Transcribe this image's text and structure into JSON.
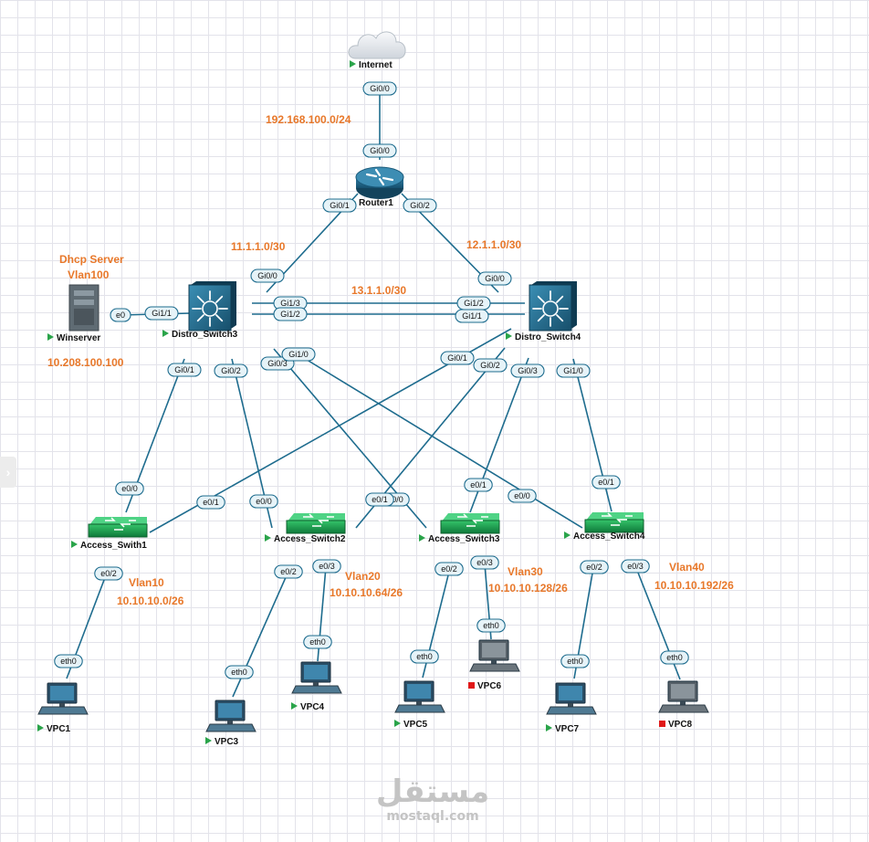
{
  "colors": {
    "link": "#1e6c8e",
    "annotation": "#e8782a",
    "play": "#2aa44a",
    "stopped": "#e01818",
    "port_fill": "#e6f3f8",
    "port_stroke": "#1e6c8e"
  },
  "sidebar_toggle": {
    "icon": "chevron-right-icon",
    "glyph": "›"
  },
  "nodes": [
    {
      "id": "internet",
      "label": "Internet",
      "type": "cloud",
      "status": "running"
    },
    {
      "id": "router1",
      "label": "Router1",
      "type": "router",
      "status": "running"
    },
    {
      "id": "distro3",
      "label": "Distro_Switch3",
      "type": "multilayer-switch",
      "status": "running"
    },
    {
      "id": "distro4",
      "label": "Distro_Switch4",
      "type": "multilayer-switch",
      "status": "running"
    },
    {
      "id": "winserver",
      "label": "Winserver",
      "type": "server",
      "status": "running"
    },
    {
      "id": "access1",
      "label": "Access_Swith1",
      "type": "switch",
      "status": "running"
    },
    {
      "id": "access2",
      "label": "Access_Switch2",
      "type": "switch",
      "status": "running"
    },
    {
      "id": "access3",
      "label": "Access_Switch3",
      "type": "switch",
      "status": "running"
    },
    {
      "id": "access4",
      "label": "Access_Switch4",
      "type": "switch",
      "status": "running"
    },
    {
      "id": "vpc1",
      "label": "VPC1",
      "type": "pc",
      "status": "running"
    },
    {
      "id": "vpc3",
      "label": "VPC3",
      "type": "pc",
      "status": "running"
    },
    {
      "id": "vpc4",
      "label": "VPC4",
      "type": "pc",
      "status": "running"
    },
    {
      "id": "vpc5",
      "label": "VPC5",
      "type": "pc",
      "status": "running"
    },
    {
      "id": "vpc6",
      "label": "VPC6",
      "type": "pc",
      "status": "stopped"
    },
    {
      "id": "vpc7",
      "label": "VPC7",
      "type": "pc",
      "status": "running"
    },
    {
      "id": "vpc8",
      "label": "VPC8",
      "type": "pc",
      "status": "stopped"
    }
  ],
  "links": [
    {
      "a": "internet",
      "b": "router1",
      "pa": "Gi0/0",
      "pb": "Gi0/0"
    },
    {
      "a": "router1",
      "b": "distro3",
      "pa": "Gi0/1",
      "pb": "Gi0/0"
    },
    {
      "a": "router1",
      "b": "distro4",
      "pa": "Gi0/2",
      "pb": "Gi0/0"
    },
    {
      "a": "distro3",
      "b": "distro4",
      "pa": "Gi1/3",
      "pb": "Gi1/2"
    },
    {
      "a": "distro3",
      "b": "distro4",
      "pa": "Gi1/2",
      "pb": "Gi1/1"
    },
    {
      "a": "winserver",
      "b": "distro3",
      "pa": "e0",
      "pb": "Gi1/1"
    },
    {
      "a": "distro3",
      "b": "access1",
      "pa": "Gi0/1",
      "pb": "e0/0"
    },
    {
      "a": "distro3",
      "b": "access2",
      "pa": "Gi0/2",
      "pb": "e0/0"
    },
    {
      "a": "distro3",
      "b": "access3",
      "pa": "Gi0/3",
      "pb": "e0/0"
    },
    {
      "a": "distro3",
      "b": "access4",
      "pa": "Gi1/0",
      "pb": "e0/0"
    },
    {
      "a": "distro4",
      "b": "access1",
      "pa": "Gi0/1",
      "pb": "e0/1"
    },
    {
      "a": "distro4",
      "b": "access2",
      "pa": "Gi0/2",
      "pb": "e0/1"
    },
    {
      "a": "distro4",
      "b": "access3",
      "pa": "Gi0/3",
      "pb": "e0/1"
    },
    {
      "a": "distro4",
      "b": "access4",
      "pa": "Gi1/0",
      "pb": "e0/1"
    },
    {
      "a": "access1",
      "b": "vpc1",
      "pa": "e0/2",
      "pb": "eth0"
    },
    {
      "a": "access2",
      "b": "vpc3",
      "pa": "e0/2",
      "pb": "eth0"
    },
    {
      "a": "access2",
      "b": "vpc4",
      "pa": "e0/3",
      "pb": "eth0"
    },
    {
      "a": "access3",
      "b": "vpc5",
      "pa": "e0/2",
      "pb": "eth0"
    },
    {
      "a": "access3",
      "b": "vpc6",
      "pa": "e0/3",
      "pb": "eth0"
    },
    {
      "a": "access4",
      "b": "vpc7",
      "pa": "e0/2",
      "pb": "eth0"
    },
    {
      "a": "access4",
      "b": "vpc8",
      "pa": "e0/3",
      "pb": "eth0"
    }
  ],
  "annotations": [
    {
      "id": "net-internet",
      "text": "192.168.100.0/24"
    },
    {
      "id": "net-r1-d3",
      "text": "11.1.1.0/30"
    },
    {
      "id": "net-r1-d4",
      "text": "12.1.1.0/30"
    },
    {
      "id": "net-d3-d4",
      "text": "13.1.1.0/30"
    },
    {
      "id": "dhcp-title",
      "text": "Dhcp Server"
    },
    {
      "id": "dhcp-vlan",
      "text": "Vlan100"
    },
    {
      "id": "dhcp-ip",
      "text": "10.208.100.100"
    },
    {
      "id": "vlan10",
      "text": "Vlan10"
    },
    {
      "id": "vlan10-net",
      "text": "10.10.10.0/26"
    },
    {
      "id": "vlan20",
      "text": "Vlan20"
    },
    {
      "id": "vlan20-net",
      "text": "10.10.10.64/26"
    },
    {
      "id": "vlan30",
      "text": "Vlan30"
    },
    {
      "id": "vlan30-net",
      "text": "10.10.10.128/26"
    },
    {
      "id": "vlan40",
      "text": "Vlan40"
    },
    {
      "id": "vlan40-net",
      "text": "10.10.10.192/26"
    }
  ],
  "watermark": {
    "main": "مستقل",
    "sub": "mostaql.com"
  }
}
